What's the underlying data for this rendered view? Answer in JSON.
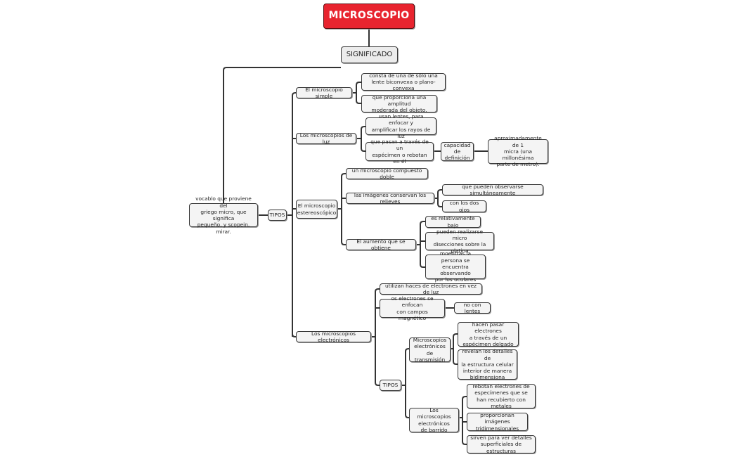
{
  "mindmap": {
    "root": "MICROSCOPIO",
    "significado": "SIGNIFICADO",
    "definition": "vocablo que proviene del\ngriego micro, que significa\npequeño, y scopein, mirar.",
    "tipos": "TIPOS",
    "simple": {
      "title": "El microscopio simple",
      "d1": "consta de una de sólo una\nlente biconvexa o plano- convexa",
      "d2": "que proporciona una amplitud\nmoderada del objeto."
    },
    "luz": {
      "title": "Los microscopios de luz",
      "d1": "usan lentes, para enfocar y\namplificar los rayos de luz",
      "d2": "que pasan a través de un\nespécimen o rebotan en él",
      "capacidad": "capacidad de\ndefinición",
      "aprox": "aproximadamente de 1\nmicra (una millonésima\nparte de metro)."
    },
    "estereo": {
      "title": "El microscopio\nestereoscópico",
      "d1": "un microscopio compuesto doble",
      "d2": "las imágenes conservan los relieves",
      "d2a": "que pueden observarse simultáneamente",
      "d2b": "con los dos ojos",
      "d3": "El aumento  que se obtiene",
      "d3a": "es relativamente bajo",
      "d3b": "pueden realizarse micro\ndisecciones sobre la platina",
      "d3c": "moentras la persona se\nencuentra observando\npor los oculares"
    },
    "electronicos": {
      "title": "Los microscopios electrónicos",
      "d1": "utilizan haces de electrones en vez de luz",
      "d2": "os electrones se enfocan\ncon campos magnético",
      "d2a": "no con lentes",
      "tipos": "TIPOS",
      "transmision": "Microscopios\nelectrónicos\nde transmisión",
      "t1": "hacen pasar electrones\na través de un\nespécimen delgado",
      "t2": "revelan los detalles de\nla estructura celular\ninterior de manera\nbidimensiona",
      "barrido": "Los microscopios\nelectrónicos\nde barrido",
      "b1": "rebotan electrones de\nespecímenes  que se\nhan recubierto con metales",
      "b2": "proporcionan imágenes\ntridimensionales",
      "b3": "sirven para ver detalles\nsuperficiales de estructuras"
    }
  }
}
